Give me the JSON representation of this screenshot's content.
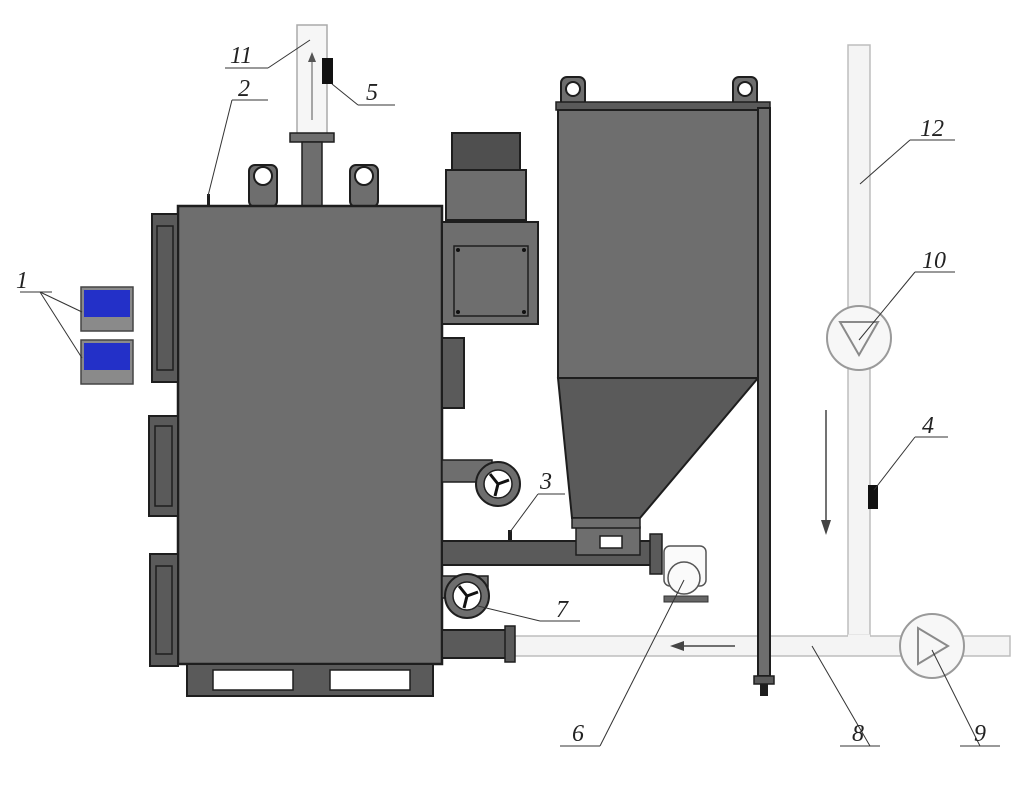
{
  "colors": {
    "body": "#6e6e6e",
    "body_dark": "#4f4f4f",
    "outline": "#1e1e1e",
    "pipe": "#f2f2f2",
    "display": "#2330c8",
    "background": "#ffffff"
  },
  "labels": [
    {
      "id": "controller-panels",
      "text": "1"
    },
    {
      "id": "boiler-body",
      "text": "2"
    },
    {
      "id": "feed-auger",
      "text": "3"
    },
    {
      "id": "return-sensor",
      "text": "4"
    },
    {
      "id": "flue-sensor",
      "text": "5"
    },
    {
      "id": "auger-motor",
      "text": "6"
    },
    {
      "id": "blower-fan",
      "text": "7"
    },
    {
      "id": "return-pipe",
      "text": "8"
    },
    {
      "id": "return-pump",
      "text": "9"
    },
    {
      "id": "circulation-pump",
      "text": "10"
    },
    {
      "id": "flue-pipe",
      "text": "11"
    },
    {
      "id": "supply-pipe",
      "text": "12"
    }
  ]
}
